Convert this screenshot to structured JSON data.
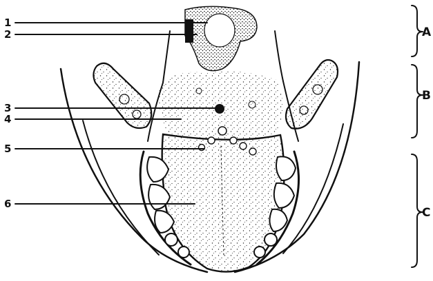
{
  "labels": {
    "n1": "1",
    "n2": "2",
    "n3": "3",
    "n4": "4",
    "n5": "5",
    "n6": "6"
  },
  "brackets": {
    "a": "A",
    "b": "B",
    "c": "C"
  }
}
